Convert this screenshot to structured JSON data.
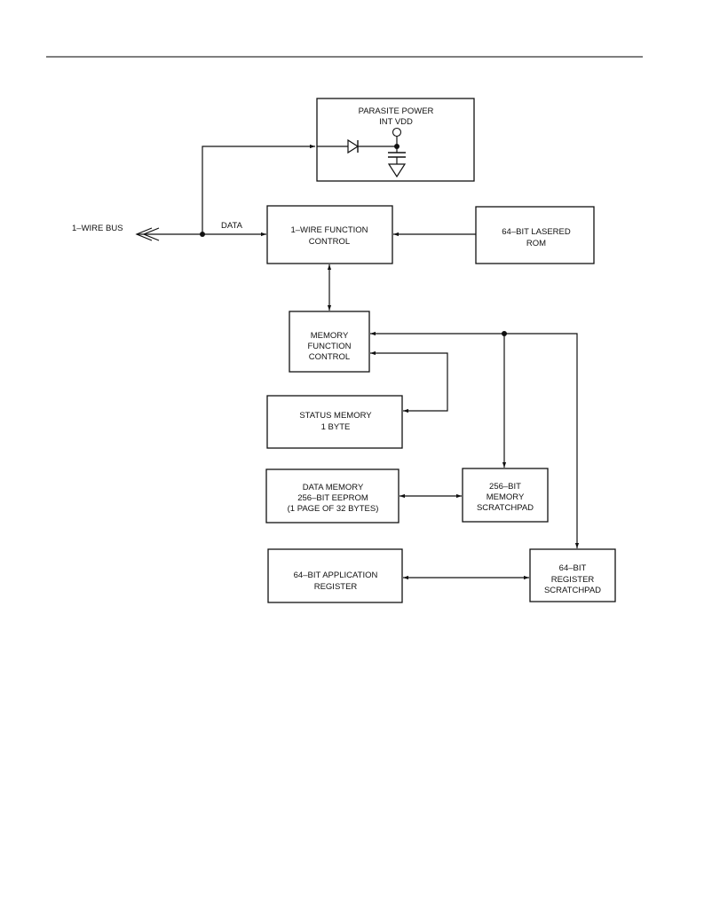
{
  "blocks": {
    "parasite": {
      "line1": "PARASITE POWER",
      "line2": "INT VDD"
    },
    "wire_function": {
      "line1": "1–WIRE FUNCTION",
      "line2": "CONTROL"
    },
    "rom": {
      "line1": "64–BIT LASERED",
      "line2": "ROM"
    },
    "memory_function": {
      "line1": "MEMORY",
      "line2": "FUNCTION",
      "line3": "CONTROL"
    },
    "status_memory": {
      "line1": "STATUS MEMORY",
      "line2": "1 BYTE"
    },
    "data_memory": {
      "line1": "DATA MEMORY",
      "line2": "256–BIT EEPROM",
      "line3": "(1 PAGE OF 32 BYTES)"
    },
    "memory_scratchpad": {
      "line1": "256–BIT",
      "line2": "MEMORY",
      "line3": "SCRATCHPAD"
    },
    "application_register": {
      "line1": "64–BIT APPLICATION",
      "line2": "REGISTER"
    },
    "register_scratchpad": {
      "line1": "64–BIT",
      "line2": "REGISTER",
      "line3": "SCRATCHPAD"
    }
  },
  "labels": {
    "bus": "1–WIRE BUS",
    "data": "DATA"
  }
}
